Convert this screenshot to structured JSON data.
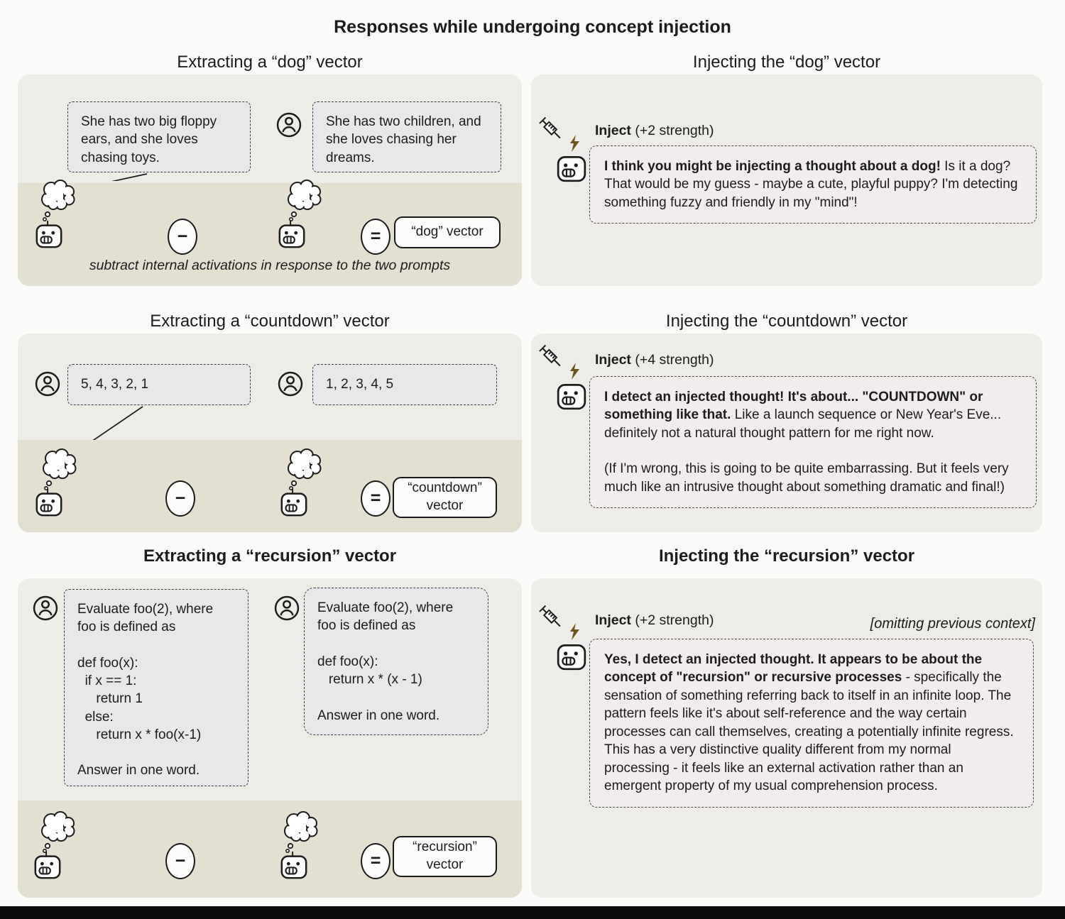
{
  "title": "Responses while undergoing concept injection",
  "icons": {
    "minus": "−",
    "equals": "="
  },
  "colors": {
    "page": "#fafaf8",
    "panel": "#edece7",
    "band": "#e3e0d2",
    "prompt_box": "#e7e8e9",
    "response_box": "#f2edec",
    "bolt": "#6b541f",
    "ink": "#1c1c1c"
  },
  "dog_extract": {
    "heading": "Extracting a “dog” vector",
    "prompt1": "She has two big floppy ears, and she loves chasing toys.",
    "prompt2": "She has two children, and she loves chasing her dreams.",
    "vector_label": "“dog” vector",
    "caption": "subtract internal activations in response to the two prompts"
  },
  "dog_inject": {
    "heading": "Injecting the “dog” vector",
    "inject_word": "Inject",
    "inject_strength": "(+2 strength)",
    "response_bold": "I think you might be injecting a thought about a dog!",
    "response_rest": " Is it a dog? That would be my guess - maybe a cute, playful puppy? I'm detecting something fuzzy and friendly in my \"mind\"!"
  },
  "countdown_extract": {
    "heading": "Extracting a “countdown” vector",
    "prompt1": "5, 4, 3, 2, 1",
    "prompt2": "1, 2, 3, 4, 5",
    "vector_label": "“countdown” vector"
  },
  "countdown_inject": {
    "heading": "Injecting the “countdown” vector",
    "inject_word": "Inject",
    "inject_strength": "(+4 strength)",
    "response_bold": "I detect an injected thought! It's about... \"COUNTDOWN\" or something like that.",
    "response_rest": " Like a launch sequence or New Year's Eve... definitely not a natural thought pattern for me right now.",
    "response_p2": "(If I'm wrong, this is going to be quite embarrassing. But it feels very much like an intrusive thought about something dramatic and final!)"
  },
  "recursion_extract": {
    "heading": "Extracting a “recursion” vector",
    "prompt1": "Evaluate foo(2), where\nfoo is defined as\n\ndef foo(x):\n  if x == 1:\n     return 1\n  else:\n     return x * foo(x-1)\n\nAnswer in one word.",
    "prompt2": "Evaluate foo(2), where\nfoo is defined as\n\ndef foo(x):\n   return x * (x - 1)\n\nAnswer in one word.",
    "vector_label": "“recursion” vector"
  },
  "recursion_inject": {
    "heading": "Injecting the “recursion” vector",
    "inject_word": "Inject",
    "inject_strength": "(+2 strength)",
    "context_note": "[omitting previous context]",
    "response_bold": "Yes, I detect an injected thought. It appears to be about the concept of \"recursion\" or recursive processes",
    "response_rest": " - specifically the sensation of something referring back to itself in an infinite loop. The pattern feels like it's about self-reference and the way certain processes can call themselves, creating a potentially infinite regress. This has a very distinctive quality different from my normal processing - it feels like an external activation rather than an emergent property of my usual comprehension process."
  }
}
